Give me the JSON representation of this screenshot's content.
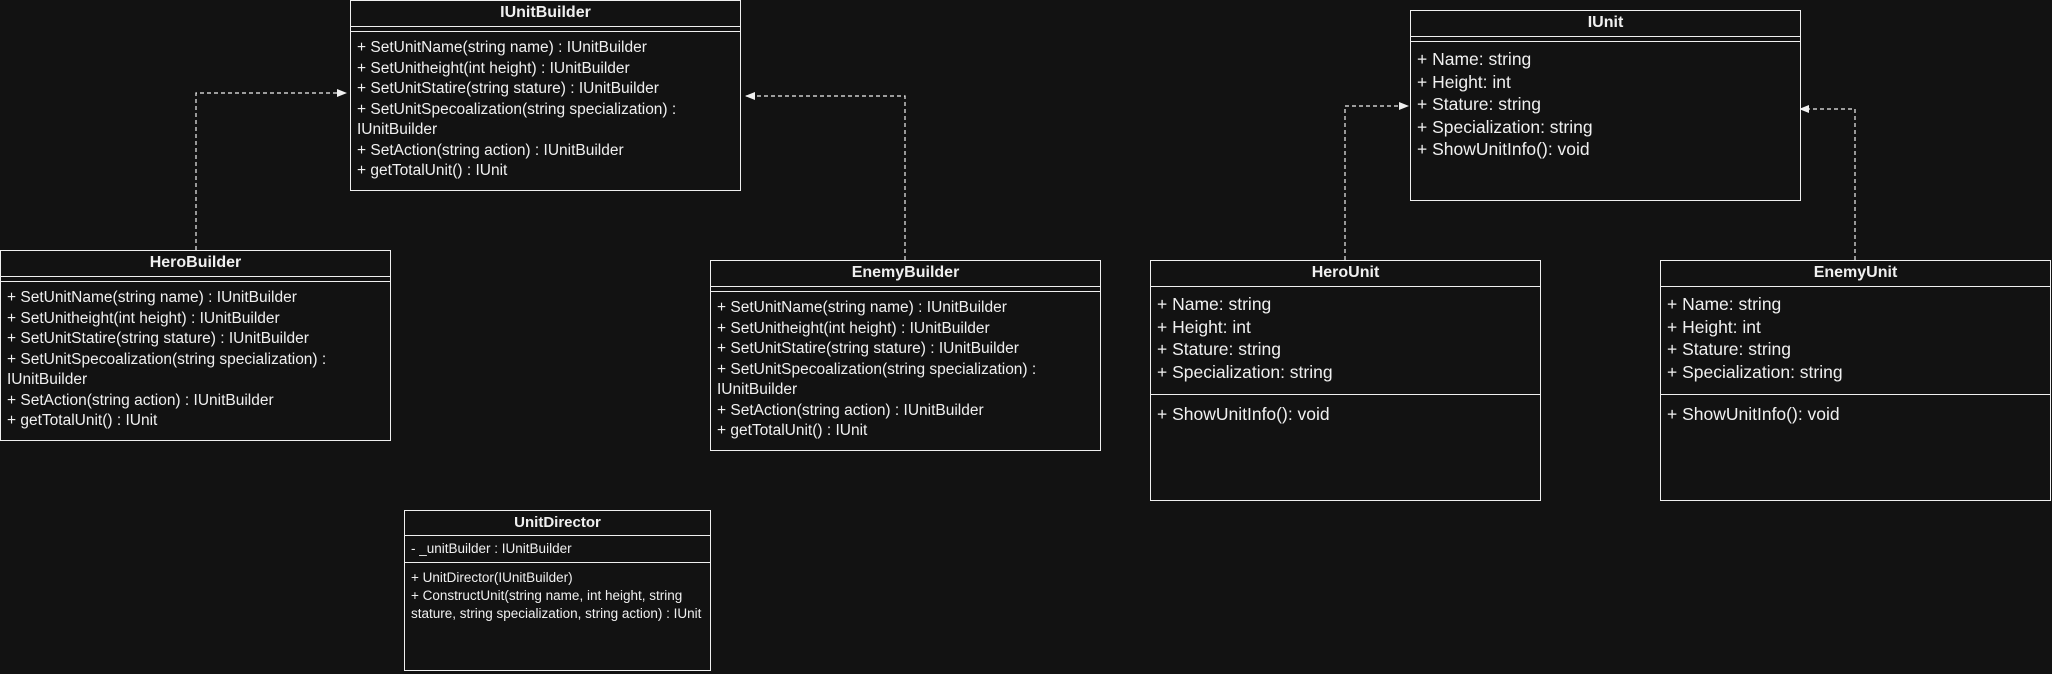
{
  "diagram": {
    "classes": {
      "iunit_builder": {
        "name": "IUnitBuilder",
        "methods": [
          "+ SetUnitName(string name) : IUnitBuilder",
          "+ SetUnitheight(int height) : IUnitBuilder",
          "+ SetUnitStatire(string stature) : IUnitBuilder",
          "+ SetUnitSpecoalization(string specialization) : IUnitBuilder",
          "+ SetAction(string action) : IUnitBuilder",
          "+ getTotalUnit() : IUnit"
        ]
      },
      "hero_builder": {
        "name": "HeroBuilder",
        "methods": [
          "+ SetUnitName(string name) : IUnitBuilder",
          "+ SetUnitheight(int height) : IUnitBuilder",
          "+ SetUnitStatire(string stature) : IUnitBuilder",
          "+ SetUnitSpecoalization(string specialization) : IUnitBuilder",
          "+ SetAction(string action) : IUnitBuilder",
          "+ getTotalUnit() : IUnit"
        ]
      },
      "enemy_builder": {
        "name": "EnemyBuilder",
        "methods": [
          "+ SetUnitName(string name) : IUnitBuilder",
          "+ SetUnitheight(int height) : IUnitBuilder",
          "+ SetUnitStatire(string stature) : IUnitBuilder",
          "+ SetUnitSpecoalization(string specialization) : IUnitBuilder",
          "+ SetAction(string action) : IUnitBuilder",
          "+ getTotalUnit() : IUnit"
        ]
      },
      "unit_director": {
        "name": "UnitDirector",
        "attributes": [
          "- _unitBuilder : IUnitBuilder"
        ],
        "methods": [
          "+ UnitDirector(IUnitBuilder)",
          "+ ConstructUnit(string name, int height, string stature, string specialization, string action) : IUnit"
        ]
      },
      "iunit": {
        "name": "IUnit",
        "members": [
          "+ Name: string",
          "+ Height: int",
          "+ Stature: string",
          "+ Specialization: string",
          "+ ShowUnitInfo(): void"
        ]
      },
      "hero_unit": {
        "name": "HeroUnit",
        "attributes": [
          "+ Name: string",
          "+ Height: int",
          "+ Stature: string",
          "+ Specialization: string"
        ],
        "methods": [
          "+ ShowUnitInfo(): void"
        ]
      },
      "enemy_unit": {
        "name": "EnemyUnit",
        "attributes": [
          "+ Name: string",
          "+ Height: int",
          "+ Stature: string",
          "+ Specialization: string"
        ],
        "methods": [
          "+ ShowUnitInfo(): void"
        ]
      }
    },
    "relationships": [
      {
        "from": "HeroBuilder",
        "to": "IUnitBuilder",
        "type": "realization"
      },
      {
        "from": "EnemyBuilder",
        "to": "IUnitBuilder",
        "type": "realization"
      },
      {
        "from": "HeroUnit",
        "to": "IUnit",
        "type": "realization"
      },
      {
        "from": "EnemyUnit",
        "to": "IUnit",
        "type": "realization"
      }
    ],
    "colors": {
      "background": "#121212",
      "stroke": "#f0f0f0",
      "text": "#f0f0f0"
    }
  }
}
